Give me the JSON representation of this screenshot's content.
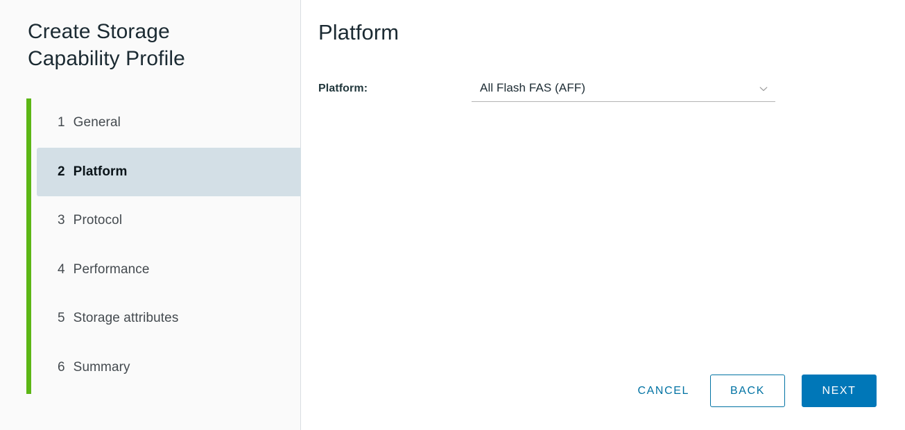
{
  "wizard": {
    "title": "Create Storage Capability Profile",
    "accent_green": "#5cb615",
    "accent_blue": "#0072a3",
    "active_step_bg": "#d3dfe6",
    "steps": [
      {
        "num": "1",
        "label": "General",
        "active": false
      },
      {
        "num": "2",
        "label": "Platform",
        "active": true
      },
      {
        "num": "3",
        "label": "Protocol",
        "active": false
      },
      {
        "num": "4",
        "label": "Performance",
        "active": false
      },
      {
        "num": "5",
        "label": "Storage attributes",
        "active": false
      },
      {
        "num": "6",
        "label": "Summary",
        "active": false
      }
    ]
  },
  "main": {
    "page_title": "Platform",
    "fields": [
      {
        "label": "Platform:",
        "value": "All Flash FAS (AFF)",
        "icon": "chevron-down-icon"
      }
    ]
  },
  "footer": {
    "cancel_label": "CANCEL",
    "back_label": "BACK",
    "next_label": "NEXT"
  }
}
